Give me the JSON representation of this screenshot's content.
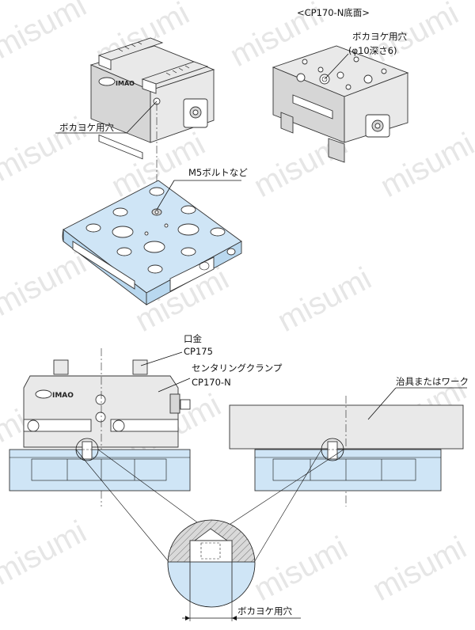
{
  "watermark": "misumi",
  "labels": {
    "bottom_view_title": "<CP170-N底面>",
    "pocket_hole_bottom": "ボカヨケ用穴",
    "pocket_hole_bottom_spec": "(φ10深さ6)",
    "pocket_hole_top": "ボカヨケ用穴",
    "m5_bolt": "M5ボルトなど",
    "jaw_label": "口金",
    "jaw_model": "CP175",
    "clamp_label": "センタリングクランプ",
    "clamp_model": "CP170-N",
    "workpiece_label": "治具またはワーク",
    "pocket_hole_detail": "ボカヨケ用穴"
  },
  "colors": {
    "base_blue": "#cfe5f6",
    "metal_grey": "#e9e9e9",
    "watermark": "#e6e6e6"
  }
}
